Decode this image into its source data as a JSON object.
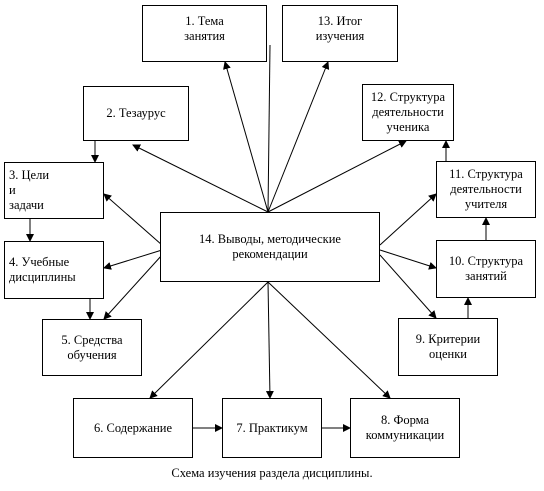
{
  "nodes": {
    "n1": "1. Тема\nзанятия",
    "n2": "2. Тезаурус",
    "n3": "3. Цели\n      и\nзадачи",
    "n4": "4. Учебные\nдисциплины",
    "n5": "5. Средства\nобучения",
    "n6": "6. Содержание",
    "n7": "7. Практикум",
    "n8": "8. Форма\nкоммуникации",
    "n9": "9. Критерии\nоценки",
    "n10": "10. Структура\nзанятий",
    "n11": "11. Структура\nдеятельности\nучителя",
    "n12": "12. Структура\nдеятельности\nученика",
    "n13": "13. Итог\nизучения",
    "n14": "14. Выводы, методические\nрекомендации"
  },
  "caption": "Схема изучения раздела дисциплины."
}
